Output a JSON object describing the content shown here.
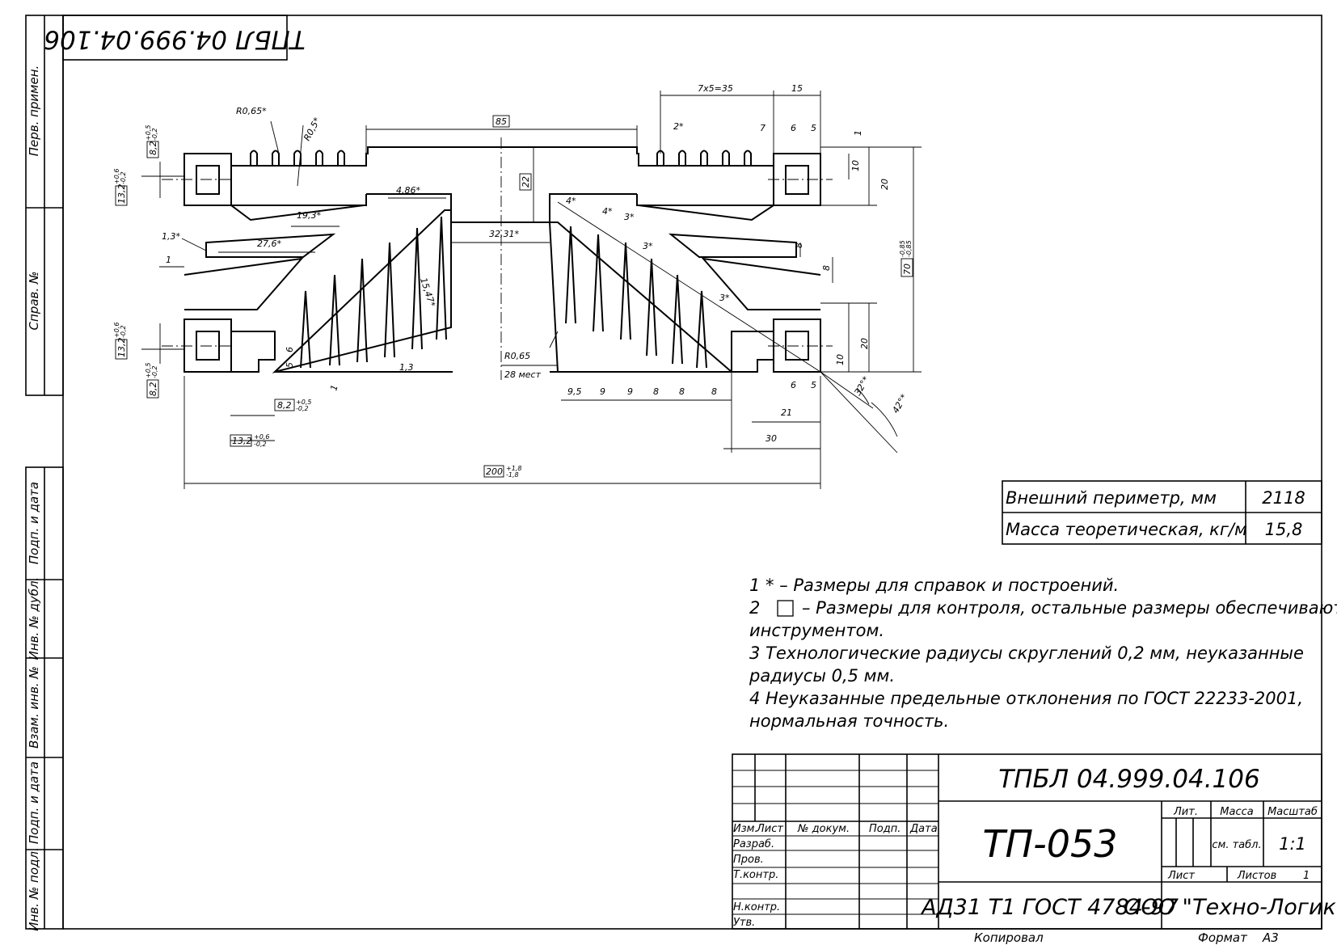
{
  "drawing": {
    "stamp_number": "ТПБЛ 04.999.04.106"
  },
  "side_labels": {
    "perv_primen": "Перв. примен.",
    "sprav_no": "Справ. №",
    "podp_data_1": "Подп. и дата",
    "inv_dubl": "Инв. № дубл.",
    "vzam_inv": "Взам. инв. №",
    "podp_data_2": "Подп. и дата",
    "inv_podl": "Инв. № подл."
  },
  "dimensions": {
    "d_85": "85",
    "d_7x5": "7х5=35",
    "d_15": "15",
    "d_r065a": "R0,65*",
    "d_r05": "R0,5*",
    "d_82": "8,2",
    "d_82_tol_up": "+0,5",
    "d_82_tol_dn": "-0,2",
    "d_132": "13,2",
    "d_132_tol_up": "+0,6",
    "d_132_tol_dn": "-0,2",
    "d_486": "4,86*",
    "d_193": "19,3*",
    "d_22": "22",
    "d_3231": "32,31*",
    "d_13s": "1,3*",
    "d_276": "27,6*",
    "d_1": "1",
    "d_1547": "15,47*",
    "d_2s": "2*",
    "d_7": "7",
    "d_6": "6",
    "d_5": "5",
    "d_10": "10",
    "d_20": "20",
    "d_8": "8",
    "d_70": "70",
    "d_70_tol_up": "-0,85",
    "d_70_tol_dn": "-0,85",
    "d_4s": "4*",
    "d_3s": "3*",
    "d_r065": "R0,65",
    "d_28": "28 мест",
    "d_13": "1,3",
    "d_95": "9,5",
    "d_9": "9",
    "d_21": "21",
    "d_30": "30",
    "d_32deg": "32°*",
    "d_42deg": "42°*",
    "d_200": "200",
    "d_200_tol_up": "+1,8",
    "d_200_tol_dn": "-1,8"
  },
  "properties": [
    {
      "label": "Внешний периметр, мм",
      "value": "2118"
    },
    {
      "label": "Масса теоретическая, кг/м",
      "value": "15,8"
    }
  ],
  "notes": {
    "n1": "1  * – Размеры для справок и построений.",
    "n2_a": "2",
    "n2_b": "– Размеры для контроля, остальные размеры обеспечиваются",
    "n2_c": "инструментом.",
    "n3_a": "3 Технологические  радиусы  скруглений  0,2  мм,  неуказанные",
    "n3_b": "радиусы 0,5 мм.",
    "n4_a": "4 Неуказанные  предельные  отклонения  по  ГОСТ  22233-2001,",
    "n4_b": "нормальная точность."
  },
  "title_block": {
    "doc_number": "ТПБЛ 04.999.04.106",
    "name": "ТП-053",
    "material": "АД31 Т1 ГОСТ 4784-97",
    "company": "ООО \"Техно-Логика\"",
    "col_izm": "Изм.",
    "col_list": "Лист",
    "col_dokum": "№ докум.",
    "col_podp": "Подп.",
    "col_data": "Дата",
    "razrab": "Разраб.",
    "prov": "Пров.",
    "tkontr": "Т.контр.",
    "nkontr": "Н.контр.",
    "utv": "Утв.",
    "lit": "Лит.",
    "massa": "Масса",
    "masshtab": "Масштаб",
    "massa_value": "см. табл.",
    "scale_value": "1:1",
    "list_label": "Лист",
    "listov_label": "Листов",
    "listov_value": "1"
  },
  "footer": {
    "kopiroval": "Копировал",
    "format_label": "Формат",
    "format_value": "А3"
  }
}
